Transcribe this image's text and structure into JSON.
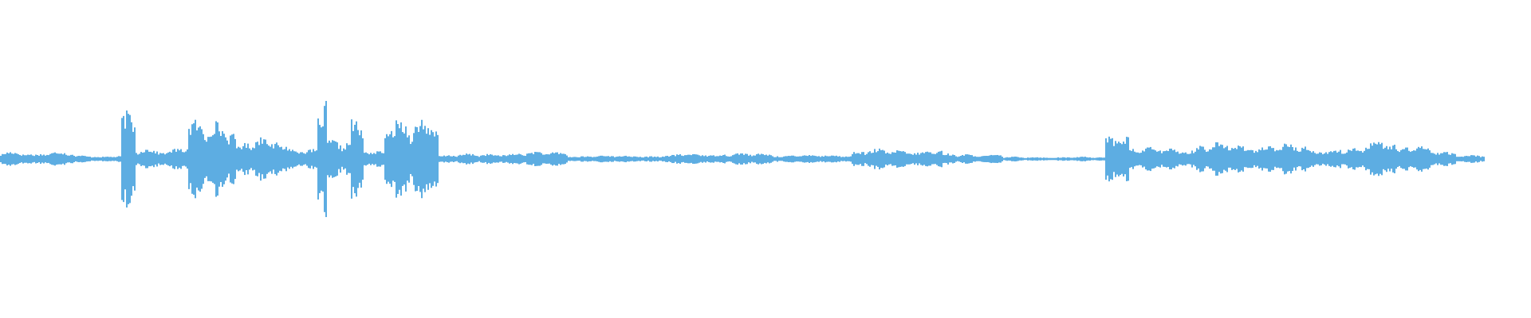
{
  "waveform": {
    "color": "#5dade2",
    "background": "#ffffff",
    "duration_fraction_with_audio": 0.97,
    "segments": [
      {
        "start": 0.0,
        "end": 0.06,
        "amp": 0.1
      },
      {
        "start": 0.06,
        "end": 0.1,
        "amp": 0.05
      },
      {
        "start": 0.1,
        "end": 0.112,
        "amp": 0.62
      },
      {
        "start": 0.112,
        "end": 0.14,
        "amp": 0.14
      },
      {
        "start": 0.14,
        "end": 0.155,
        "amp": 0.2
      },
      {
        "start": 0.155,
        "end": 0.195,
        "amp": 0.51
      },
      {
        "start": 0.195,
        "end": 0.23,
        "amp": 0.3
      },
      {
        "start": 0.23,
        "end": 0.262,
        "amp": 0.18
      },
      {
        "start": 0.262,
        "end": 0.27,
        "amp": 0.85
      },
      {
        "start": 0.27,
        "end": 0.29,
        "amp": 0.25
      },
      {
        "start": 0.29,
        "end": 0.3,
        "amp": 0.55
      },
      {
        "start": 0.3,
        "end": 0.318,
        "amp": 0.15
      },
      {
        "start": 0.318,
        "end": 0.348,
        "amp": 0.52
      },
      {
        "start": 0.348,
        "end": 0.362,
        "amp": 0.6
      },
      {
        "start": 0.362,
        "end": 0.415,
        "amp": 0.07
      },
      {
        "start": 0.415,
        "end": 0.47,
        "amp": 0.1
      },
      {
        "start": 0.47,
        "end": 0.56,
        "amp": 0.05
      },
      {
        "start": 0.56,
        "end": 0.64,
        "amp": 0.08
      },
      {
        "start": 0.64,
        "end": 0.705,
        "amp": 0.06
      },
      {
        "start": 0.705,
        "end": 0.78,
        "amp": 0.13
      },
      {
        "start": 0.78,
        "end": 0.83,
        "amp": 0.07
      },
      {
        "start": 0.83,
        "end": 0.87,
        "amp": 0.03
      },
      {
        "start": 0.87,
        "end": 0.915,
        "amp": 0.03
      },
      {
        "start": 0.915,
        "end": 0.935,
        "amp": 0.42
      },
      {
        "start": 0.935,
        "end": 0.99,
        "amp": 0.16
      },
      {
        "start": 0.99,
        "end": 1.04,
        "amp": 0.22
      },
      {
        "start": 1.04,
        "end": 1.085,
        "amp": 0.2
      },
      {
        "start": 1.085,
        "end": 1.13,
        "amp": 0.15
      },
      {
        "start": 1.13,
        "end": 1.155,
        "amp": 0.3
      },
      {
        "start": 1.155,
        "end": 1.185,
        "amp": 0.18
      },
      {
        "start": 1.185,
        "end": 1.205,
        "amp": 0.12
      },
      {
        "start": 1.205,
        "end": 1.23,
        "amp": 0.06
      }
    ]
  }
}
